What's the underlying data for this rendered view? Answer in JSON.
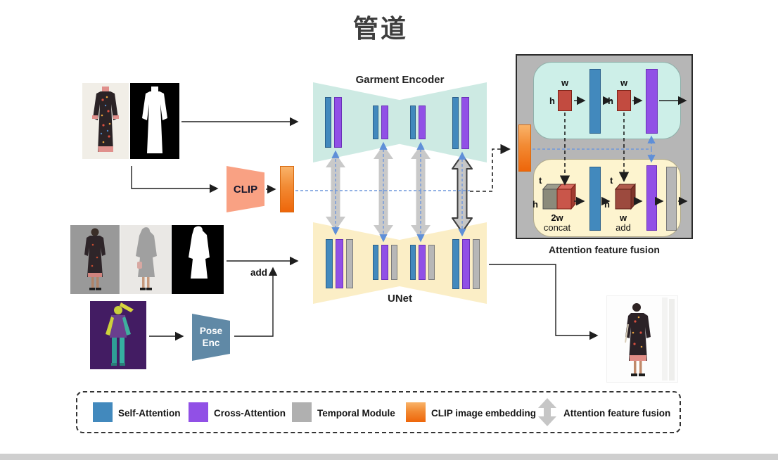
{
  "title": "管道",
  "encoder": {
    "label": "Garment Encoder"
  },
  "unet": {
    "label": "UNet"
  },
  "clip": {
    "label": "CLIP"
  },
  "pose_enc": {
    "line1": "Pose",
    "line2": "Enc"
  },
  "add_label": "add",
  "fusion": {
    "title": "Attention feature fusion",
    "top": {
      "h1": "h",
      "w1": "w",
      "h2": "h",
      "w2": "w"
    },
    "bottom": {
      "t1": "t",
      "h1": "h",
      "dim1": "2w",
      "op1": "concat",
      "t2": "t",
      "h2": "h",
      "dim2": "w",
      "op2": "add"
    }
  },
  "legend": {
    "items": [
      {
        "label": "Self-Attention",
        "color": "#4289bd"
      },
      {
        "label": "Cross-Attention",
        "color": "#9150e6"
      },
      {
        "label": "Temporal Module",
        "color": "#b0b0b0"
      },
      {
        "label": "CLIP image embedding",
        "color": "#ee660a"
      },
      {
        "label": "Attention feature fusion",
        "color": "#c6c6c6"
      }
    ]
  },
  "colors": {
    "encoder_fill": "#cdeae3",
    "unet_fill": "#fbeec6",
    "self_attention": "#4289bd",
    "cross_attention": "#9150e6",
    "temporal_module": "#b7b7b7",
    "clip_block": "#f9a183",
    "clip_embedding_gradient_top": "#f9b369",
    "clip_embedding_gradient_bottom": "#ee660a",
    "pose_block": "#6089a6",
    "fusion_box_bg": "#b6b6b6",
    "attention_map_red": "#c24b40",
    "dashed_blue": "#6f97dc",
    "gray_arrow": "#c9c9c9"
  }
}
